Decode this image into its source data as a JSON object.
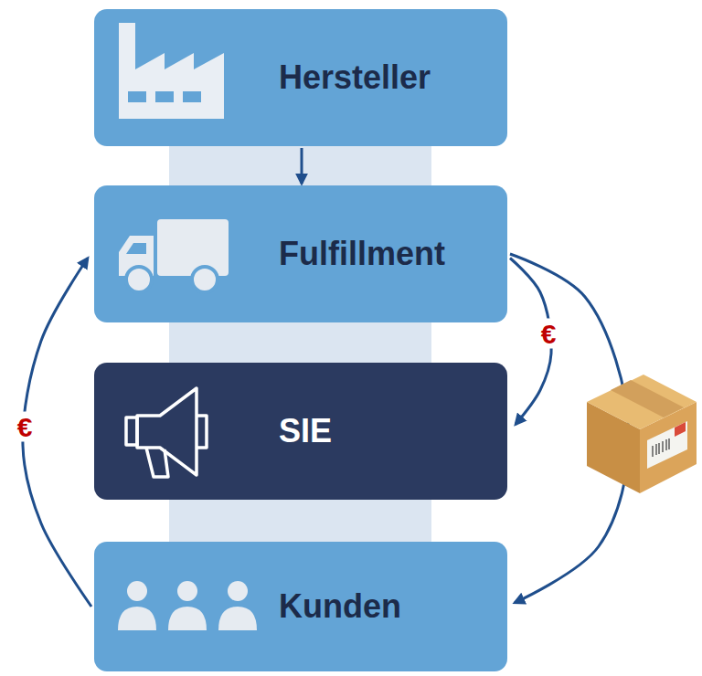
{
  "diagram": {
    "nodes": [
      {
        "text": [
          "Hersteller"
        ]
      },
      {
        "text": [
          "Fulfillment"
        ]
      },
      {
        "text": [
          "SIE"
        ]
      },
      {
        "text": [
          "Kunden"
        ]
      }
    ],
    "edges": [
      {
        "from": 0,
        "to": 1,
        "arrow": "to"
      },
      {
        "from": 1,
        "to": 2,
        "label": "€",
        "arrow": "to"
      },
      {
        "from": 1,
        "to": 3,
        "arrow": "to"
      },
      {
        "from": 3,
        "to": 1,
        "label": "€",
        "arrow": "to"
      }
    ]
  }
}
